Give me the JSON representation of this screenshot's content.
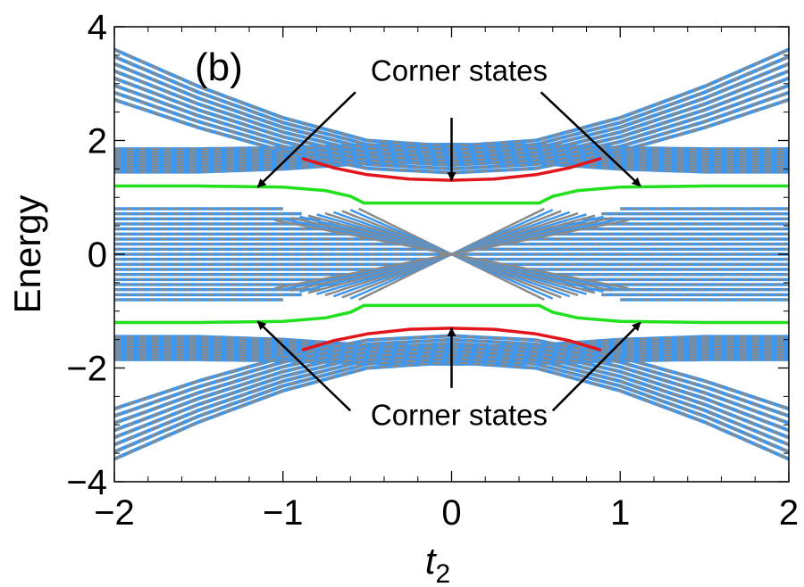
{
  "chart_data": {
    "type": "line",
    "panel_label": "(b)",
    "xlabel": "t",
    "xlabel_sub": "2",
    "ylabel": "Energy",
    "xlim": [
      -2,
      2
    ],
    "ylim": [
      -4,
      4
    ],
    "xticks": [
      -2,
      -1,
      0,
      1,
      2
    ],
    "yticks": [
      -4,
      -2,
      0,
      2,
      4
    ],
    "xtick_labels": [
      "−2",
      "−1",
      "0",
      "1",
      "2"
    ],
    "ytick_labels": [
      "−4",
      "−2",
      "0",
      "2",
      "4"
    ],
    "grid": false,
    "colors": {
      "bulk_blue": "#3d97ef",
      "bulk_gray": "#8a8a8a",
      "edge_green": "#22e01e",
      "corner_red": "#e0161c",
      "axis": "#000000"
    },
    "series": [
      {
        "role": "bulk-outer-upper",
        "color": "#3d97ef",
        "x": [
          -2,
          -1.5,
          -1,
          -0.5,
          0,
          0.5,
          1,
          1.5,
          2
        ],
        "y": [
          3.6,
          2.95,
          2.4,
          2.0,
          1.9,
          2.0,
          2.4,
          2.95,
          3.6
        ]
      },
      {
        "role": "bulk-outer-lower",
        "color": "#3d97ef",
        "x": [
          -2,
          -1.5,
          -1,
          -0.5,
          0,
          0.5,
          1,
          1.5,
          2
        ],
        "y": [
          -3.6,
          -2.95,
          -2.4,
          -2.0,
          -1.9,
          -2.0,
          -2.4,
          -2.95,
          -3.6
        ]
      },
      {
        "role": "upper-bulk-band-top",
        "color": "#3d97ef",
        "x": [
          -2,
          -1.5,
          -1,
          -0.5,
          0,
          0.5,
          1,
          1.5,
          2
        ],
        "y": [
          1.85,
          1.85,
          1.87,
          1.92,
          1.93,
          1.92,
          1.87,
          1.85,
          1.85
        ]
      },
      {
        "role": "upper-bulk-band-bottom",
        "color": "#3d97ef",
        "x": [
          -2,
          -1.5,
          -1,
          -0.5,
          0,
          0.5,
          1,
          1.5,
          2
        ],
        "y": [
          1.45,
          1.45,
          1.5,
          1.6,
          1.62,
          1.6,
          1.5,
          1.45,
          1.45
        ]
      },
      {
        "role": "lower-bulk-band-top",
        "color": "#3d97ef",
        "x": [
          -2,
          -1.5,
          -1,
          -0.5,
          0,
          0.5,
          1,
          1.5,
          2
        ],
        "y": [
          -1.45,
          -1.45,
          -1.5,
          -1.6,
          -1.62,
          -1.6,
          -1.5,
          -1.45,
          -1.45
        ]
      },
      {
        "role": "lower-bulk-band-bottom",
        "color": "#3d97ef",
        "x": [
          -2,
          -1.5,
          -1,
          -0.5,
          0,
          0.5,
          1,
          1.5,
          2
        ],
        "y": [
          -1.85,
          -1.85,
          -1.87,
          -1.92,
          -1.93,
          -1.92,
          -1.87,
          -1.85,
          -1.85
        ]
      },
      {
        "role": "inner-band-top",
        "color": "#3d97ef",
        "x": [
          -2,
          -1.5,
          -1,
          -0.5,
          0,
          0.5,
          1,
          1.5,
          2
        ],
        "y": [
          0.8,
          0.8,
          0.8,
          0.8,
          0.8,
          0.8,
          0.8,
          0.8,
          0.8
        ]
      },
      {
        "role": "inner-band-bottom",
        "color": "#3d97ef",
        "x": [
          -2,
          -1.5,
          -1,
          -0.5,
          0,
          0.5,
          1,
          1.5,
          2
        ],
        "y": [
          -0.8,
          -0.8,
          -0.8,
          -0.8,
          -0.8,
          -0.8,
          -0.8,
          -0.8,
          -0.8
        ]
      },
      {
        "role": "crossing-up",
        "color": "#8a8a8a",
        "x": [
          -1,
          -0.5,
          0,
          0.5,
          1
        ],
        "y": [
          -0.8,
          -0.4,
          0,
          0.4,
          0.8
        ]
      },
      {
        "role": "crossing-down",
        "color": "#8a8a8a",
        "x": [
          -1,
          -0.5,
          0,
          0.5,
          1
        ],
        "y": [
          0.8,
          0.4,
          0,
          -0.4,
          -0.8
        ]
      },
      {
        "role": "edge-upper",
        "color": "#22e01e",
        "x": [
          -2,
          -1.5,
          -1.0,
          -0.75,
          -0.6,
          -0.52,
          0.52,
          0.6,
          0.75,
          1.0,
          1.5,
          2
        ],
        "y": [
          1.2,
          1.2,
          1.18,
          1.12,
          1.02,
          0.9,
          0.9,
          1.02,
          1.12,
          1.18,
          1.2,
          1.2
        ]
      },
      {
        "role": "edge-lower",
        "color": "#22e01e",
        "x": [
          -2,
          -1.5,
          -1.0,
          -0.75,
          -0.6,
          -0.52,
          0.52,
          0.6,
          0.75,
          1.0,
          1.5,
          2
        ],
        "y": [
          -1.2,
          -1.2,
          -1.18,
          -1.12,
          -1.02,
          -0.9,
          -0.9,
          -1.02,
          -1.12,
          -1.18,
          -1.2,
          -1.2
        ]
      },
      {
        "role": "corner-upper",
        "color": "#e0161c",
        "x": [
          -0.88,
          -0.7,
          -0.5,
          -0.25,
          0,
          0.25,
          0.5,
          0.7,
          0.88
        ],
        "y": [
          1.68,
          1.52,
          1.4,
          1.32,
          1.3,
          1.32,
          1.4,
          1.52,
          1.68
        ]
      },
      {
        "role": "corner-lower",
        "color": "#e0161c",
        "x": [
          -0.88,
          -0.7,
          -0.5,
          -0.25,
          0,
          0.25,
          0.5,
          0.7,
          0.88
        ],
        "y": [
          -1.68,
          -1.52,
          -1.4,
          -1.32,
          -1.3,
          -1.32,
          -1.4,
          -1.52,
          -1.68
        ]
      }
    ],
    "annotations": [
      {
        "text": "Corner states",
        "x": -0.48,
        "y": 3.05,
        "arrows": [
          [
            -1.15,
            1.18
          ],
          [
            0,
            1.3
          ],
          [
            1.12,
            1.2
          ]
        ],
        "arrow_tails": [
          [
            -0.57,
            2.85
          ],
          [
            0,
            2.4
          ],
          [
            0.53,
            2.85
          ]
        ]
      },
      {
        "text": "Corner states",
        "x": -0.48,
        "y": -3.0,
        "arrows": [
          [
            -1.15,
            -1.18
          ],
          [
            0,
            -1.3
          ],
          [
            1.12,
            -1.2
          ]
        ],
        "arrow_tails": [
          [
            -0.6,
            -2.75
          ],
          [
            0,
            -2.35
          ],
          [
            0.6,
            -2.75
          ]
        ]
      }
    ]
  }
}
